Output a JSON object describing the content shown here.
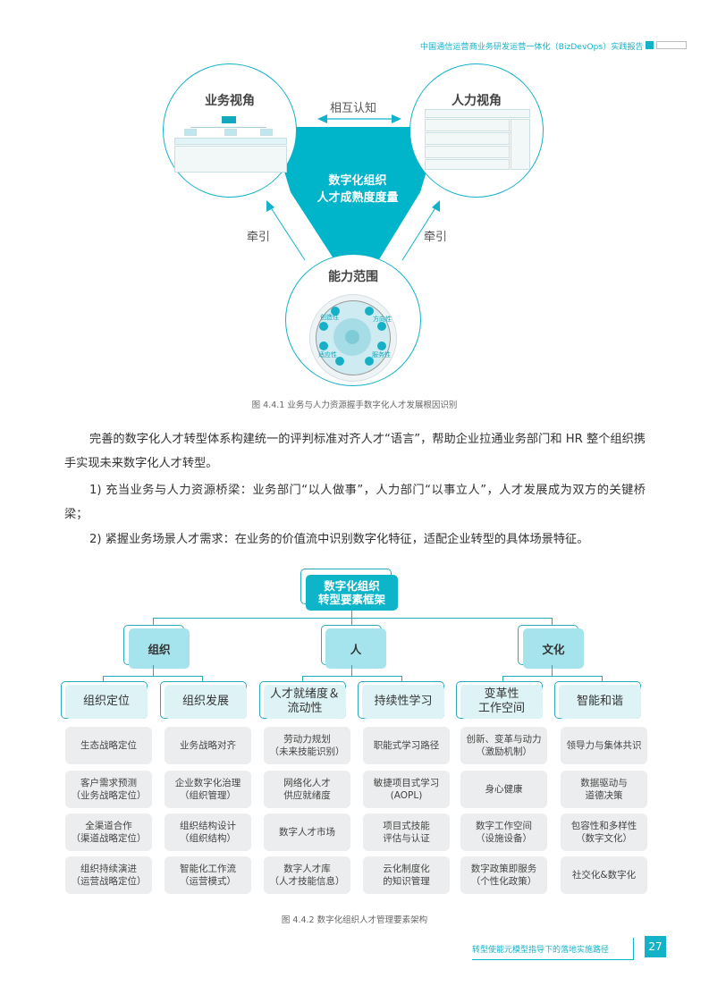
{
  "header": {
    "title": "中国通信运营商业务研发运营一体化（BizDevOps）实践报告"
  },
  "figure1": {
    "business_view_title": "业务视角",
    "hr_view_title": "人力视角",
    "capability_title": "能力范围",
    "center_line1": "数字化组织",
    "center_line2": "人才成熟度度量",
    "mutual_label": "相互认知",
    "pull_left_label": "牵引",
    "pull_right_label": "牵引",
    "capability_wheel_labels": [
      "创造性",
      "方向性",
      "适应性",
      "服务性"
    ],
    "caption": "图 4.4.1  业务与人力资源握手数字化人才发展根因识别"
  },
  "body": {
    "para1": "完善的数字化人才转型体系构建统一的评判标准对齐人才“语言”，帮助企业拉通业务部门和 HR 整个组织携手实现未来数字化人才转型。",
    "para2": "1) 充当业务与人力资源桥梁：业务部门“以人做事”，人力部门“以事立人”，人才发展成为双方的关键桥梁；",
    "para3": "2) 紧握业务场景人才需求：在业务的价值流中识别数字化特征，适配企业转型的具体场景特征。"
  },
  "figure2": {
    "root_line1": "数字化组织",
    "root_line2": "转型要素框架",
    "level1": [
      "组织",
      "人",
      "文化"
    ],
    "level2": [
      {
        "line1": "组织定位",
        "line2": ""
      },
      {
        "line1": "组织发展",
        "line2": ""
      },
      {
        "line1": "人才就绪度＆",
        "line2": "流动性"
      },
      {
        "line1": "持续性学习",
        "line2": ""
      },
      {
        "line1": "变革性",
        "line2": "工作空间"
      },
      {
        "line1": "智能和谐",
        "line2": ""
      }
    ],
    "leaves": [
      [
        {
          "l1": "生态战略定位",
          "l2": ""
        },
        {
          "l1": "客户需求预测",
          "l2": "（业务战略定位）"
        },
        {
          "l1": "全渠道合作",
          "l2": "（渠道战略定位）"
        },
        {
          "l1": "组织持续演进",
          "l2": "（运营战略定位）"
        }
      ],
      [
        {
          "l1": "业务战略对齐",
          "l2": ""
        },
        {
          "l1": "企业数字化治理",
          "l2": "（组织管理）"
        },
        {
          "l1": "组织结构设计",
          "l2": "（组织结构）"
        },
        {
          "l1": "智能化工作流",
          "l2": "（运营模式）"
        }
      ],
      [
        {
          "l1": "劳动力规划",
          "l2": "（未来技能识别）"
        },
        {
          "l1": "网络化人才",
          "l2": "供应就绪度"
        },
        {
          "l1": "数字人才市场",
          "l2": ""
        },
        {
          "l1": "数字人才库",
          "l2": "（人才技能信息）"
        }
      ],
      [
        {
          "l1": "职能式学习路径",
          "l2": ""
        },
        {
          "l1": "敏捷项目式学习",
          "l2": "(AOPL)"
        },
        {
          "l1": "项目式技能",
          "l2": "评估与认证"
        },
        {
          "l1": "云化制度化",
          "l2": "的知识管理"
        }
      ],
      [
        {
          "l1": "创新、变革与动力",
          "l2": "（激励机制）"
        },
        {
          "l1": "身心健康",
          "l2": ""
        },
        {
          "l1": "数字工作空间",
          "l2": "（设施设备）"
        },
        {
          "l1": "数字政策即服务",
          "l2": "（个性化政策）"
        }
      ],
      [
        {
          "l1": "领导力与集体共识",
          "l2": ""
        },
        {
          "l1": "数据驱动与",
          "l2": "道德决策"
        },
        {
          "l1": "包容性和多样性",
          "l2": "（数字文化）"
        },
        {
          "l1": "社交化&数字化",
          "l2": ""
        }
      ]
    ],
    "caption": "图 4.4.2  数字化组织人才管理要素架构"
  },
  "footer": {
    "section": "转型使能元模型指导下的落地实施路径",
    "page_number": "27"
  },
  "colors": {
    "accent": "#14b2c9",
    "accent_dark": "#2aa9b9",
    "level1_fill": "#a5e4ec",
    "level2_fill": "#def3f6",
    "leaf_fill": "#ecedee"
  }
}
